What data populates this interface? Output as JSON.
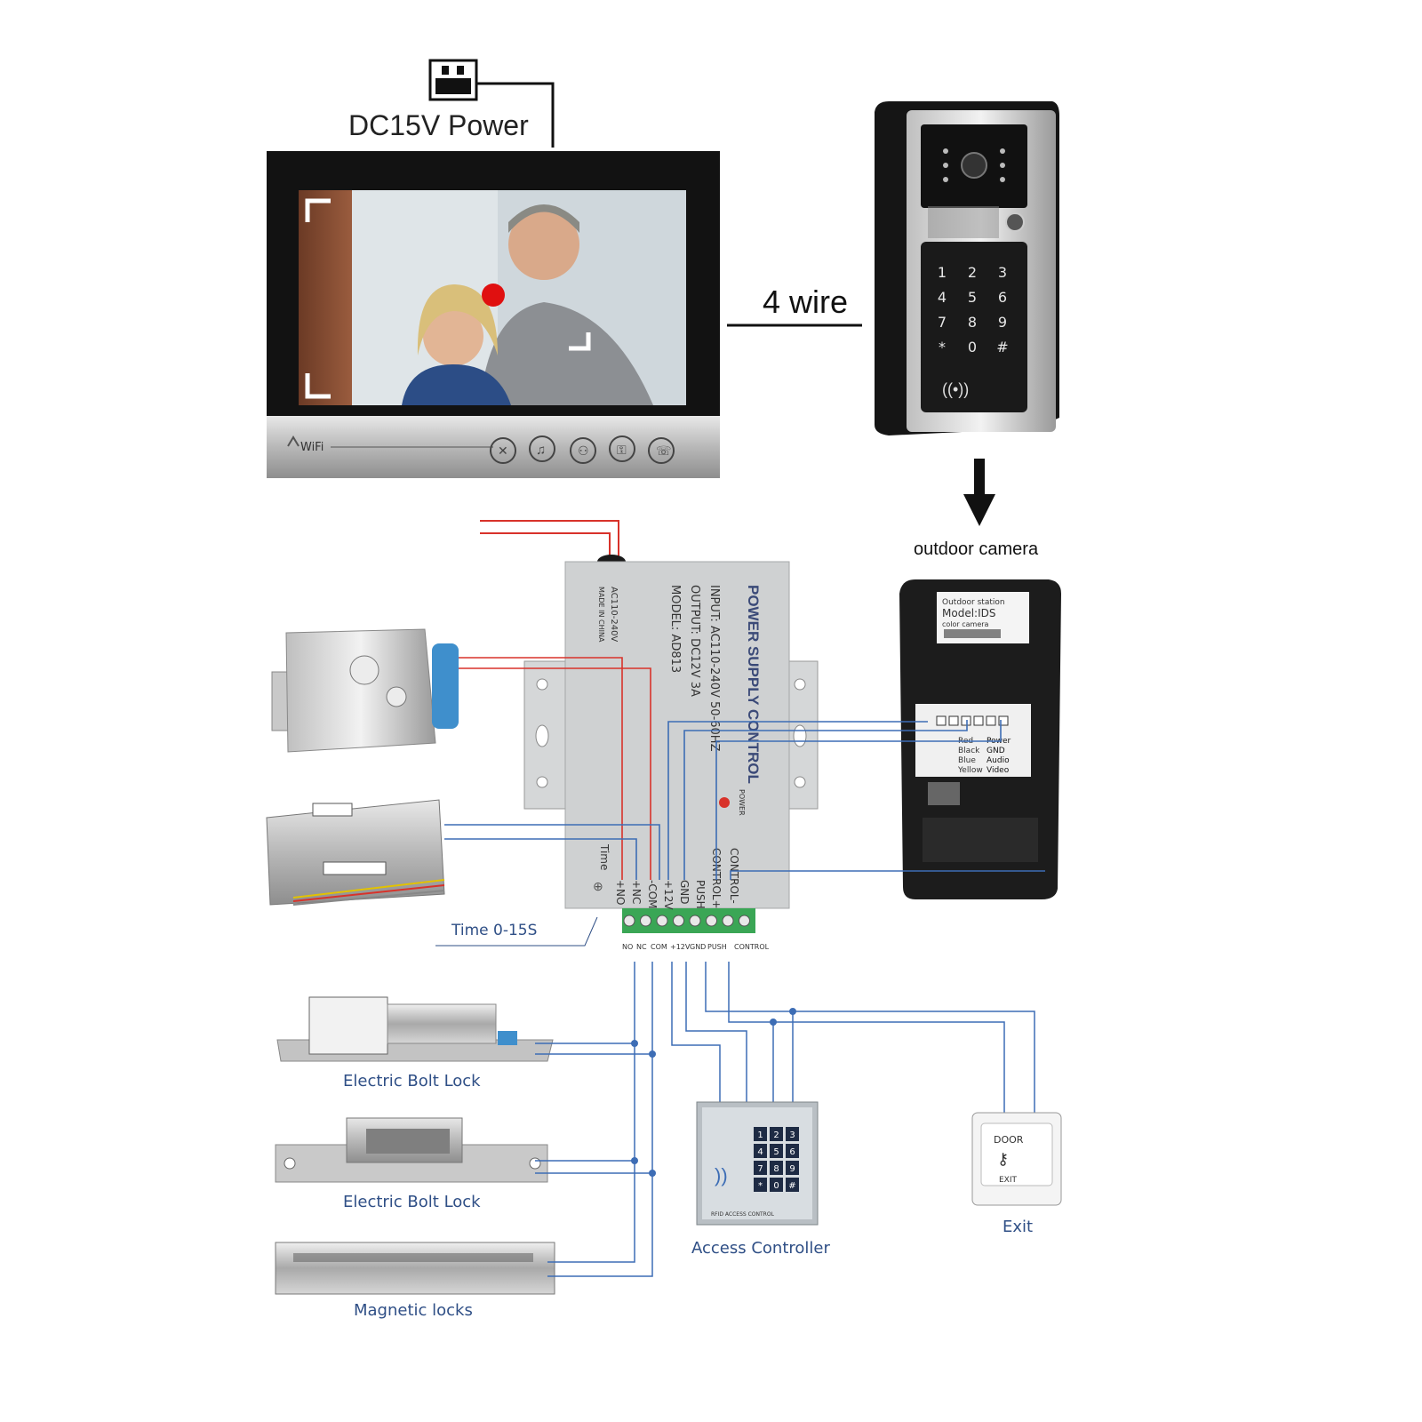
{
  "monitor": {
    "power_label": "DC15V Power",
    "wifi_label": "WiFi"
  },
  "connection": {
    "wire_label": "4 wire"
  },
  "outdoor": {
    "caption": "outdoor camera",
    "keypad_keys": [
      "1",
      "2",
      "3",
      "4",
      "5",
      "6",
      "7",
      "8",
      "9",
      "*",
      "0",
      "#"
    ],
    "sticker_lines": [
      "Outdoor station",
      "Model:IDS",
      "color camera"
    ],
    "wiring_legend": [
      {
        "color": "Red",
        "signal": "Power"
      },
      {
        "color": "Black",
        "signal": "GND"
      },
      {
        "color": "Blue",
        "signal": "Audio"
      },
      {
        "color": "Yellow",
        "signal": "Video"
      }
    ]
  },
  "power_supply": {
    "title": "POWER SUPPLY CONTROL",
    "spec_lines": [
      "INPUT: AC110-240V 50-60HZ",
      "OUTPUT: DC12V 3A",
      "MODEL: AD813"
    ],
    "side_lines": [
      "AC110-240V",
      "MADE IN CHINA"
    ],
    "indicator_label": "POWER",
    "time_label": "Time",
    "terminal_labels": [
      "+NO",
      "+NC",
      "-COM",
      "+12V",
      "GND",
      "PUSH",
      "CONTROL+",
      "CONTROL-"
    ],
    "bottom_terminals": [
      "NO",
      "NC",
      "COM",
      "+12V",
      "GND",
      "PUSH",
      "CONTROL"
    ],
    "timer_caption": "Time 0-15S"
  },
  "locks": [
    {
      "label": "Electric Bolt Lock"
    },
    {
      "label": "Electric Bolt Lock"
    },
    {
      "label": "Magnetic locks"
    }
  ],
  "access_controller": {
    "label": "Access Controller",
    "keys": [
      "1",
      "2",
      "3",
      "4",
      "5",
      "6",
      "7",
      "8",
      "9",
      "*",
      "0",
      "#"
    ],
    "face_text": "RFID ACCESS CONTROL"
  },
  "exit_button": {
    "label": "Exit",
    "face_top": "DOOR",
    "face_bottom": "EXIT"
  },
  "colors": {
    "wire_red": "#d8322a",
    "wire_blue": "#3d6db5",
    "caption_blue": "#2f4f86",
    "device_dark": "#1b1b1b"
  }
}
